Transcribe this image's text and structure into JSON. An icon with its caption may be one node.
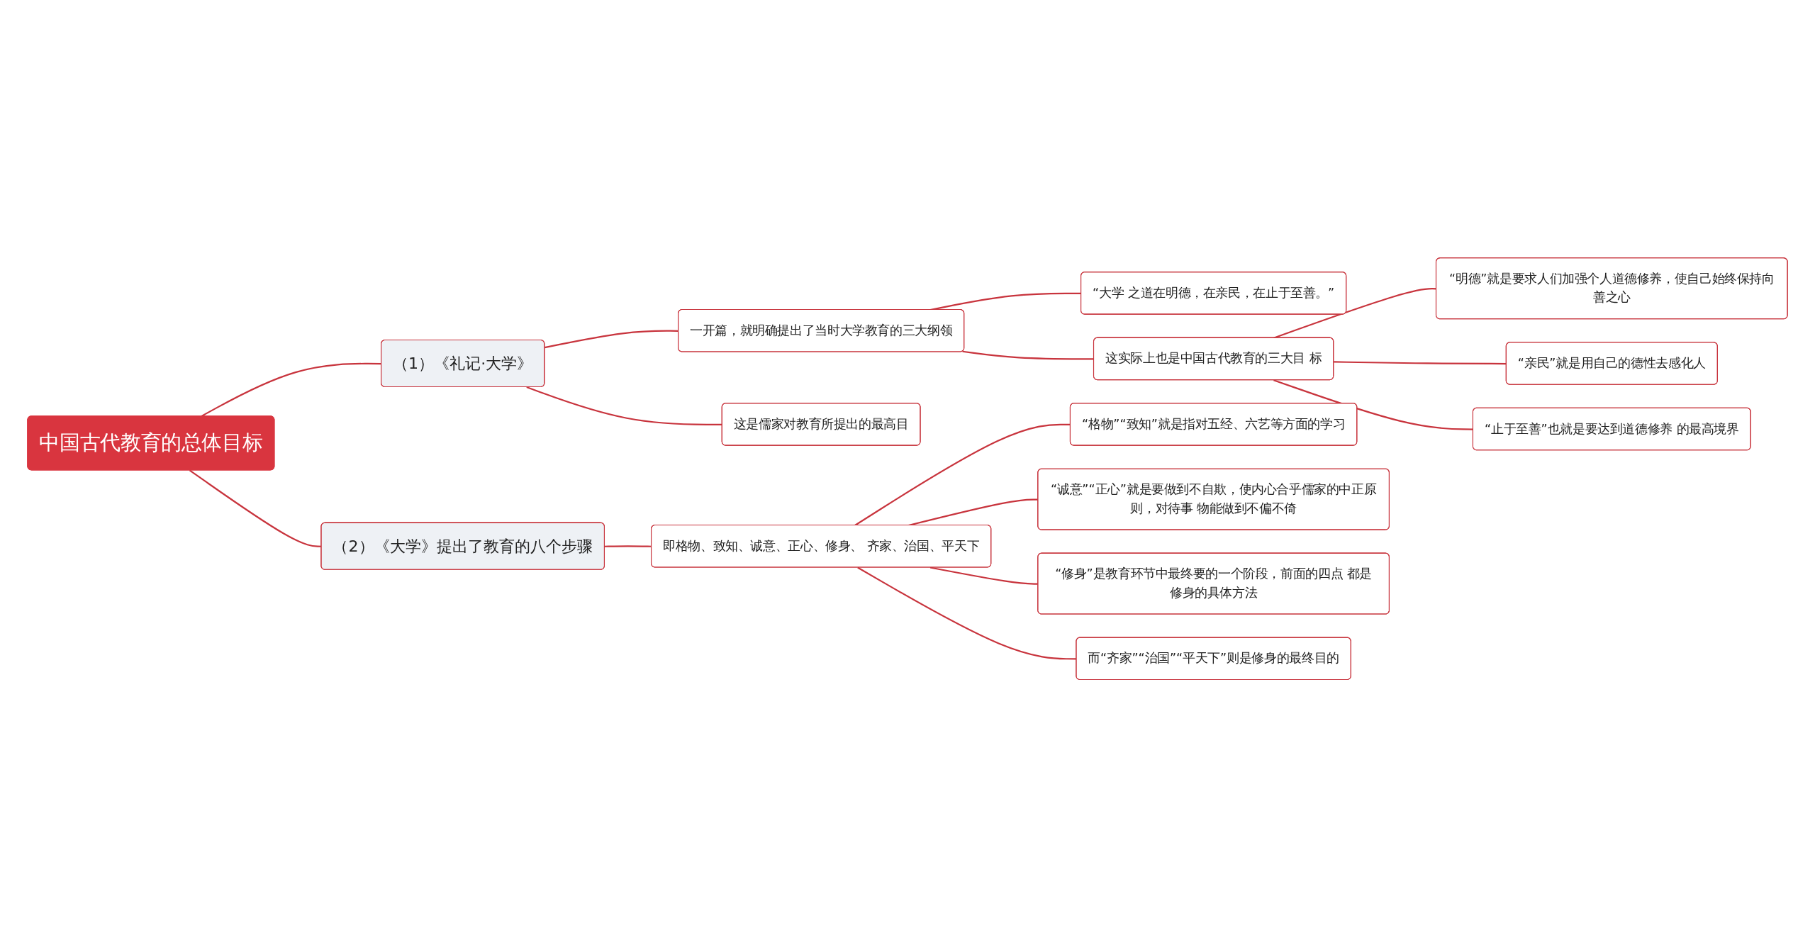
{
  "diagram": {
    "nodes": [
      {
        "text": [
          "中国古代教育的总体目标"
        ]
      },
      {
        "text": [
          "（1）《礼记·大学》"
        ]
      },
      {
        "text": [
          "一开篇，就明确提出了当时大学教育的三大纲领"
        ]
      },
      {
        "text": [
          "“大学 之道在明德，在亲民，在止于至善。”"
        ]
      },
      {
        "text": [
          "这实际上也是中国古代教育的三大目 标"
        ]
      },
      {
        "text": [
          "“明德”就是要求人们加强个人道德修养，使自己始终保持向善之心"
        ]
      },
      {
        "text": [
          "“亲民”就是用自己的德性去感化人"
        ]
      },
      {
        "text": [
          "“止于至善”也就是要达到道德修养 的最高境界"
        ]
      },
      {
        "text": [
          "这是儒家对教育所提出的最高目"
        ]
      },
      {
        "text": [
          "（2）《大学》提出了教育的八个步骤"
        ]
      },
      {
        "text": [
          "即格物、致知、诚意、正心、修身、 齐家、治国、平天下"
        ]
      },
      {
        "text": [
          "“格物”“致知”就是指对五经、六艺等方面的学习"
        ]
      },
      {
        "text": [
          "“诚意”“正心”就是要做到不自欺，使内心合乎儒家的中正原则，对待事 物能做到不偏不倚"
        ]
      },
      {
        "text": [
          "“修身”是教育环节中最终要的一个阶段，前面的四点 都是修身的具体方法"
        ]
      },
      {
        "text": [
          "而“齐家”“治国”“平天下”则是修身的最终目的"
        ]
      }
    ],
    "edges": [
      {
        "from": 0,
        "to": 1,
        "arrow": "none"
      },
      {
        "from": 1,
        "to": 2,
        "arrow": "none"
      },
      {
        "from": 2,
        "to": 3,
        "arrow": "none"
      },
      {
        "from": 2,
        "to": 4,
        "arrow": "none"
      },
      {
        "from": 4,
        "to": 5,
        "arrow": "none"
      },
      {
        "from": 4,
        "to": 6,
        "arrow": "none"
      },
      {
        "from": 4,
        "to": 7,
        "arrow": "none"
      },
      {
        "from": 1,
        "to": 8,
        "arrow": "none"
      },
      {
        "from": 0,
        "to": 9,
        "arrow": "none"
      },
      {
        "from": 9,
        "to": 10,
        "arrow": "none"
      },
      {
        "from": 10,
        "to": 11,
        "arrow": "none"
      },
      {
        "from": 10,
        "to": 12,
        "arrow": "none"
      },
      {
        "from": 10,
        "to": 13,
        "arrow": "none"
      },
      {
        "from": 10,
        "to": 14,
        "arrow": "none"
      }
    ]
  }
}
